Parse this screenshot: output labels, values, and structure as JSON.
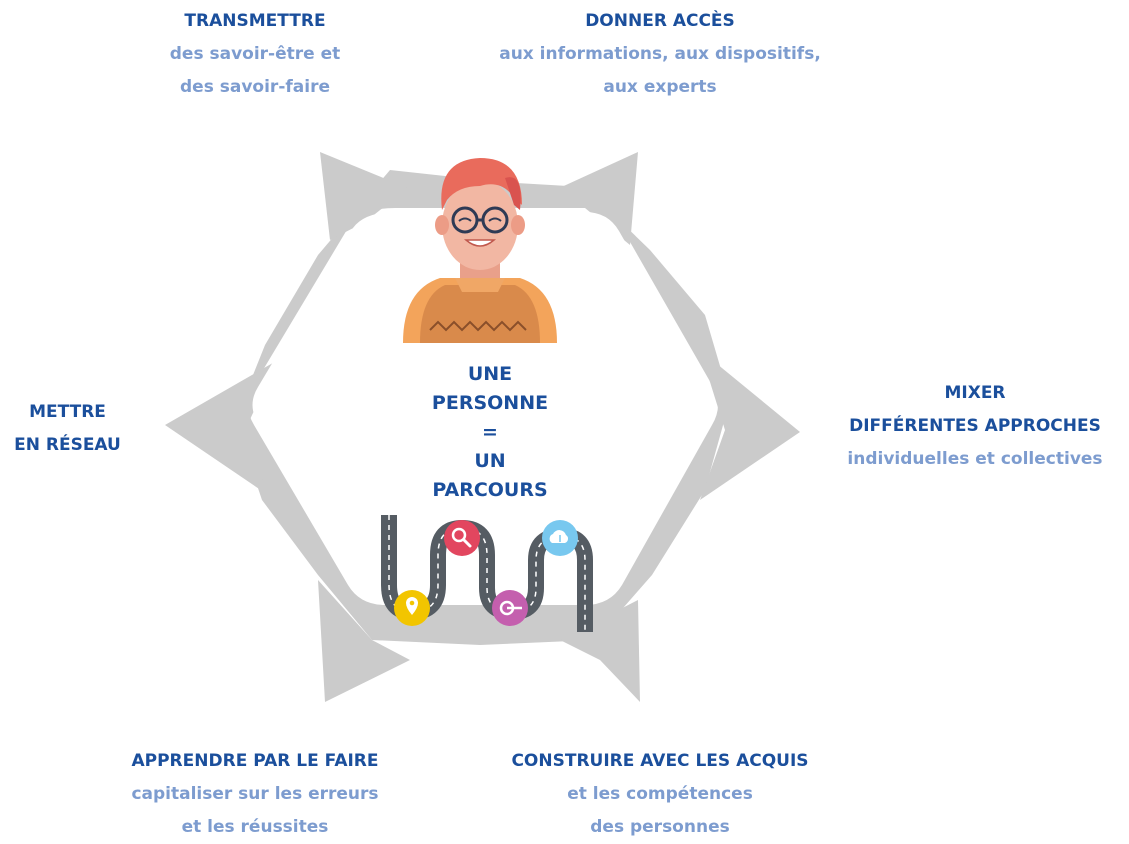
{
  "center": {
    "title_lines": [
      "UNE",
      "PERSONNE",
      "=",
      "UN",
      "PARCOURS"
    ]
  },
  "labels": {
    "transmettre": {
      "title": "TRANSMETTRE",
      "lines": [
        "des savoir-être et",
        "des savoir-faire"
      ]
    },
    "donner_acces": {
      "title": "DONNER ACCÈS",
      "lines": [
        "aux informations, aux dispositifs,",
        "aux experts"
      ]
    },
    "mettre_en_reseau": {
      "title_lines": [
        "METTRE",
        "EN RÉSEAU"
      ]
    },
    "mixer": {
      "title_lines": [
        "MIXER",
        "DIFFÉRENTES APPROCHES"
      ],
      "lines": [
        "individuelles et collectives"
      ]
    },
    "apprendre": {
      "title": "APPRENDRE PAR LE FAIRE",
      "lines": [
        "capitaliser sur les erreurs",
        "et les réussites"
      ]
    },
    "construire": {
      "title": "CONSTRUIRE AVEC LES ACQUIS",
      "lines": [
        "et les compétences",
        "des personnes"
      ]
    }
  },
  "icons": [
    "person-icon",
    "road-icon",
    "location-pin-icon",
    "search-icon",
    "target-icon",
    "cloud-download-icon"
  ],
  "colors": {
    "title_blue": "#1b4f9c",
    "subtitle_blue": "#7d9ccf",
    "hexagon_gray": "#cbcbcb",
    "pin_yellow": "#f2c500",
    "search_red": "#e2465f",
    "target_purple": "#c45fae",
    "cloud_blue": "#78c8ef"
  }
}
